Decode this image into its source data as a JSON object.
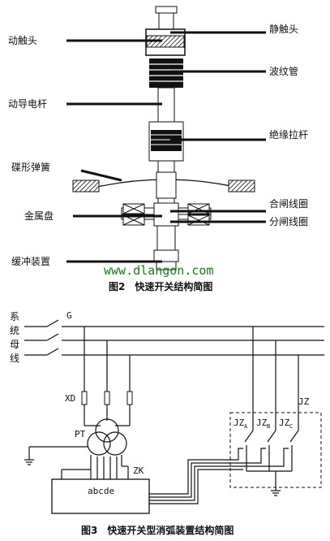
{
  "figure2": {
    "caption": "图2　快速开关结构简图",
    "labels": {
      "moving_contact": "动触头",
      "static_contact": "静触头",
      "bellows": "波纹管",
      "moving_rod": "动导电杆",
      "insulating_rod": "绝缘拉杆",
      "disc_spring": "碟形弹簧",
      "metal_disc": "金属盘",
      "closing_coil": "合闸线圈",
      "opening_coil": "分闸线圈",
      "buffer": "缓冲装置"
    },
    "watermark": "www.dlangon.com"
  },
  "figure3": {
    "caption": "图3　快速开关型消弧装置结构简图",
    "system_bus_chars": [
      "系",
      "统",
      "母",
      "线"
    ],
    "labels": {
      "g": "G",
      "xd": "XD",
      "pt": "PT",
      "zk": "ZK",
      "jz": "JZ",
      "controller": "abcde",
      "jz_prefix": "JZ",
      "jz_a": "A",
      "jz_b": "B",
      "jz_c": "C"
    }
  }
}
